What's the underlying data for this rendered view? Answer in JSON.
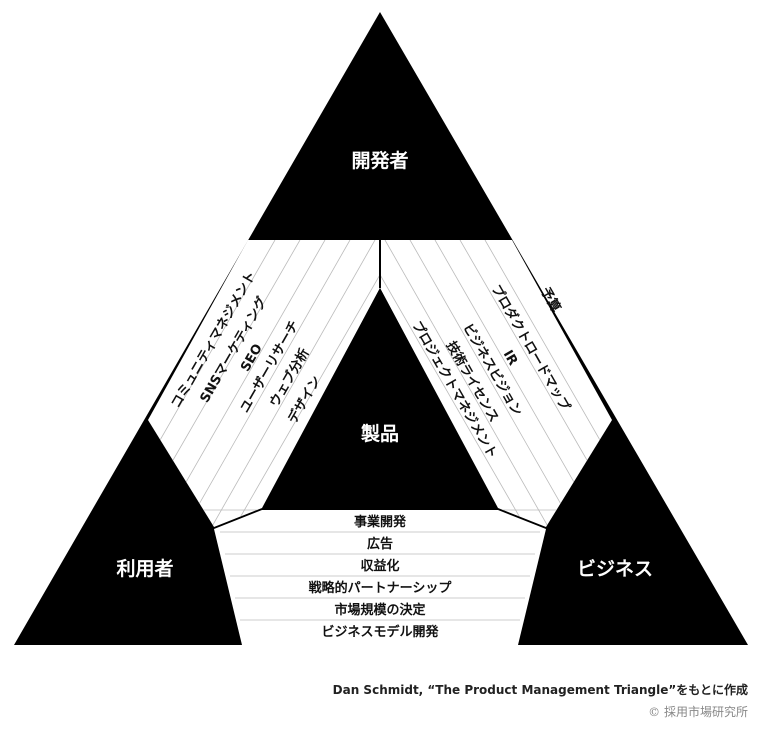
{
  "vertices": {
    "top": "開発者",
    "left": "利用者",
    "right": "ビジネス",
    "center": "製品"
  },
  "left_band": [
    "コミュニティマネジメント",
    "SNSマーケティング",
    "SEO",
    "ユーザーリサーチ",
    "ウェブ分析",
    "デザイン"
  ],
  "right_band": [
    "予算",
    "プロダクトロードマップ",
    "IR",
    "ビジネスビジョン",
    "技術ライセンス",
    "プロジェクトマネジメント"
  ],
  "bottom_band": [
    "事業開発",
    "広告",
    "収益化",
    "戦略的パートナーシップ",
    "市場規模の決定",
    "ビジネスモデル開発"
  ],
  "caption": "Dan Schmidt, “The Product Management Triangle”をもとに作成",
  "copyright": "© 採用市場研究所"
}
